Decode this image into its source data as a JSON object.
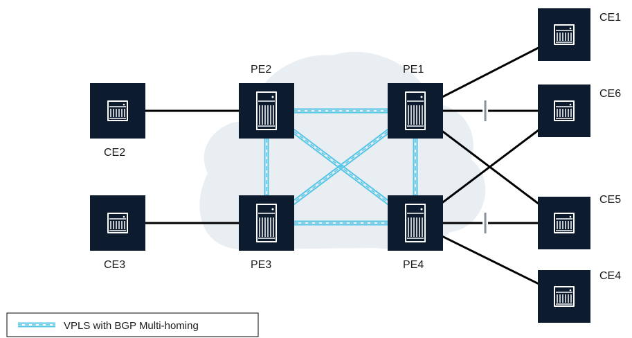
{
  "devices": [
    {
      "id": "CE1",
      "label": "CE1",
      "type": "ce"
    },
    {
      "id": "CE6",
      "label": "CE6",
      "type": "ce"
    },
    {
      "id": "CE5",
      "label": "CE5",
      "type": "ce"
    },
    {
      "id": "CE4",
      "label": "CE4",
      "type": "ce"
    },
    {
      "id": "CE2",
      "label": "CE2",
      "type": "ce"
    },
    {
      "id": "CE3",
      "label": "CE3",
      "type": "ce"
    },
    {
      "id": "PE1",
      "label": "PE1",
      "type": "pe"
    },
    {
      "id": "PE2",
      "label": "PE2",
      "type": "pe"
    },
    {
      "id": "PE3",
      "label": "PE3",
      "type": "pe"
    },
    {
      "id": "PE4",
      "label": "PE4",
      "type": "pe"
    }
  ],
  "links": [
    {
      "from": "CE2",
      "to": "PE2",
      "kind": "ethernet"
    },
    {
      "from": "CE3",
      "to": "PE3",
      "kind": "ethernet"
    },
    {
      "from": "PE1",
      "to": "CE1",
      "kind": "ethernet"
    },
    {
      "from": "PE1",
      "to": "CE6",
      "kind": "ethernet-standby"
    },
    {
      "from": "PE1",
      "to": "CE5",
      "kind": "ethernet"
    },
    {
      "from": "PE4",
      "to": "CE6",
      "kind": "ethernet"
    },
    {
      "from": "PE4",
      "to": "CE5",
      "kind": "ethernet-standby"
    },
    {
      "from": "PE4",
      "to": "CE4",
      "kind": "ethernet"
    },
    {
      "from": "PE1",
      "to": "PE2",
      "kind": "vpls"
    },
    {
      "from": "PE2",
      "to": "PE3",
      "kind": "vpls"
    },
    {
      "from": "PE3",
      "to": "PE4",
      "kind": "vpls"
    },
    {
      "from": "PE1",
      "to": "PE4",
      "kind": "vpls"
    },
    {
      "from": "PE2",
      "to": "PE4",
      "kind": "vpls"
    },
    {
      "from": "PE1",
      "to": "PE3",
      "kind": "vpls"
    }
  ],
  "legend": {
    "vpls_label": "VPLS with BGP Multi-homing"
  },
  "colors": {
    "device_fill": "#0d1b2e",
    "vpls": "#55c5e6",
    "cloud": "#e9eef3",
    "link": "#000000"
  },
  "icons": {
    "ce": "router-icon",
    "pe": "router-chassis-icon"
  }
}
